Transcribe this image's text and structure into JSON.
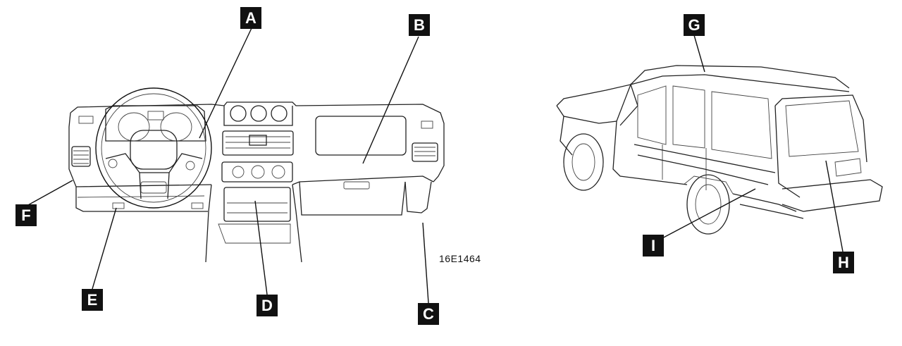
{
  "labels": [
    "A",
    "B",
    "C",
    "D",
    "E",
    "F",
    "G",
    "H",
    "I"
  ],
  "figure_code": "16E1464",
  "colors": {
    "ink": "#111111",
    "background": "#ffffff",
    "label_text": "#ffffff"
  }
}
